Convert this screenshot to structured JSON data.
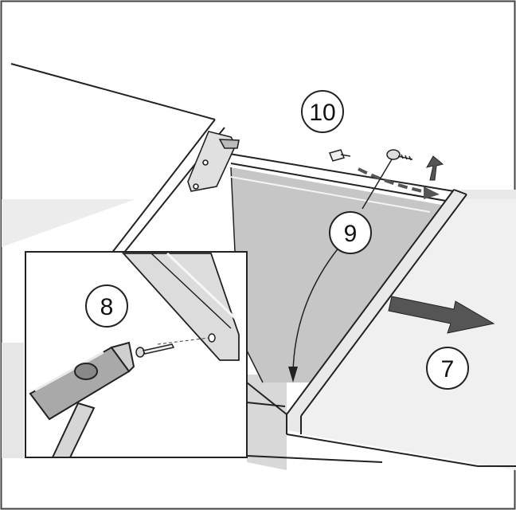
{
  "callouts": {
    "step_7": "7",
    "step_8": "8",
    "step_9": "9",
    "step_10": "10"
  },
  "colors": {
    "outline": "#222222",
    "grey_light": "#e6e6e6",
    "grey_mid": "#c9c9c9",
    "grey_dark": "#a8a8a8",
    "arrow_fill": "#555555"
  },
  "icons": {
    "hammer": "hammer-icon",
    "nail": "nail-icon",
    "screw": "screw-icon",
    "cap": "cover-cap-icon"
  }
}
